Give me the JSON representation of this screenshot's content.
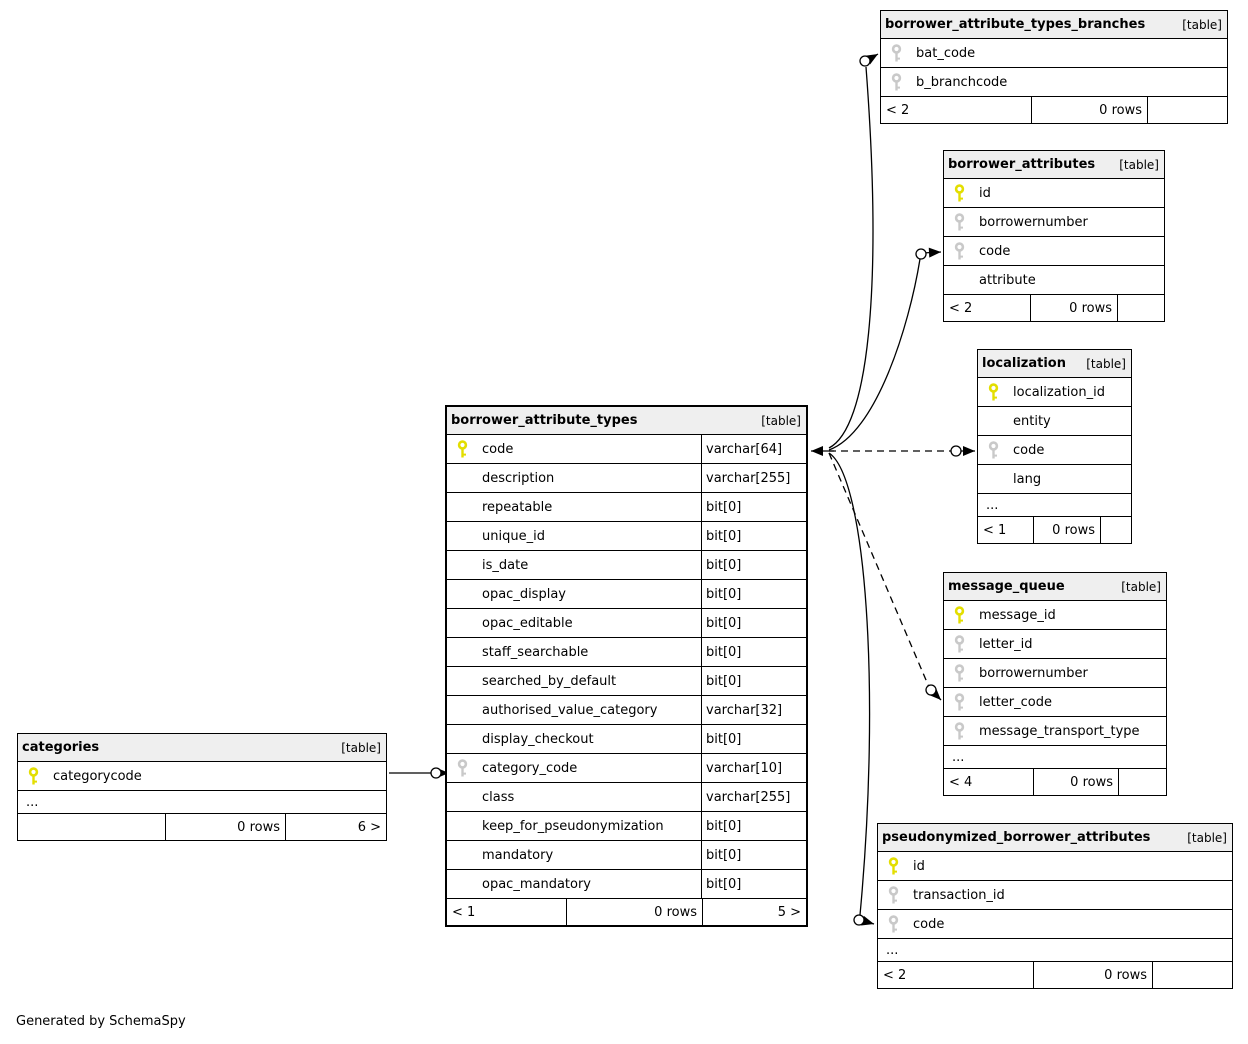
{
  "page": {
    "generated_by": "Generated by SchemaSpy"
  },
  "colors": {
    "primary_key": "#e3de00",
    "foreign_key": "#c9c9c9",
    "header_bg": "#efefef",
    "line": "#000000"
  },
  "tables": [
    {
      "id": "borrower_attribute_types_branches",
      "title": "borrower_attribute_types_branches",
      "tag": "[table]",
      "columns": [
        {
          "name": "bat_code",
          "icon": "foreign-key"
        },
        {
          "name": "b_branchcode",
          "icon": "foreign-key"
        }
      ],
      "footer": {
        "left": "< 2",
        "center": "0 rows",
        "right": ""
      }
    },
    {
      "id": "borrower_attributes",
      "title": "borrower_attributes",
      "tag": "[table]",
      "columns": [
        {
          "name": "id",
          "icon": "primary-key"
        },
        {
          "name": "borrowernumber",
          "icon": "foreign-key"
        },
        {
          "name": "code",
          "icon": "foreign-key"
        },
        {
          "name": "attribute",
          "icon": null
        }
      ],
      "footer": {
        "left": "< 2",
        "center": "0 rows",
        "right": ""
      }
    },
    {
      "id": "localization",
      "title": "localization",
      "tag": "[table]",
      "columns": [
        {
          "name": "localization_id",
          "icon": "primary-key"
        },
        {
          "name": "entity",
          "icon": null
        },
        {
          "name": "code",
          "icon": "foreign-key"
        },
        {
          "name": "lang",
          "icon": null
        },
        {
          "name": "...",
          "icon": null
        }
      ],
      "footer": {
        "left": "< 1",
        "center": "0 rows",
        "right": ""
      }
    },
    {
      "id": "message_queue",
      "title": "message_queue",
      "tag": "[table]",
      "columns": [
        {
          "name": "message_id",
          "icon": "primary-key"
        },
        {
          "name": "letter_id",
          "icon": "foreign-key"
        },
        {
          "name": "borrowernumber",
          "icon": "foreign-key"
        },
        {
          "name": "letter_code",
          "icon": "foreign-key"
        },
        {
          "name": "message_transport_type",
          "icon": "foreign-key"
        },
        {
          "name": "...",
          "icon": null
        }
      ],
      "footer": {
        "left": "< 4",
        "center": "0 rows",
        "right": ""
      }
    },
    {
      "id": "pseudonymized_borrower_attributes",
      "title": "pseudonymized_borrower_attributes",
      "tag": "[table]",
      "columns": [
        {
          "name": "id",
          "icon": "primary-key"
        },
        {
          "name": "transaction_id",
          "icon": "foreign-key"
        },
        {
          "name": "code",
          "icon": "foreign-key"
        },
        {
          "name": "...",
          "icon": null
        }
      ],
      "footer": {
        "left": "< 2",
        "center": "0 rows",
        "right": ""
      }
    },
    {
      "id": "borrower_attribute_types",
      "title": "borrower_attribute_types",
      "tag": "[table]",
      "columns": [
        {
          "name": "code",
          "icon": "primary-key",
          "type": "varchar[64]"
        },
        {
          "name": "description",
          "icon": null,
          "type": "varchar[255]"
        },
        {
          "name": "repeatable",
          "icon": null,
          "type": "bit[0]"
        },
        {
          "name": "unique_id",
          "icon": null,
          "type": "bit[0]"
        },
        {
          "name": "is_date",
          "icon": null,
          "type": "bit[0]"
        },
        {
          "name": "opac_display",
          "icon": null,
          "type": "bit[0]"
        },
        {
          "name": "opac_editable",
          "icon": null,
          "type": "bit[0]"
        },
        {
          "name": "staff_searchable",
          "icon": null,
          "type": "bit[0]"
        },
        {
          "name": "searched_by_default",
          "icon": null,
          "type": "bit[0]"
        },
        {
          "name": "authorised_value_category",
          "icon": null,
          "type": "varchar[32]"
        },
        {
          "name": "display_checkout",
          "icon": null,
          "type": "bit[0]"
        },
        {
          "name": "category_code",
          "icon": "foreign-key",
          "type": "varchar[10]"
        },
        {
          "name": "class",
          "icon": null,
          "type": "varchar[255]"
        },
        {
          "name": "keep_for_pseudonymization",
          "icon": null,
          "type": "bit[0]"
        },
        {
          "name": "mandatory",
          "icon": null,
          "type": "bit[0]"
        },
        {
          "name": "opac_mandatory",
          "icon": null,
          "type": "bit[0]"
        }
      ],
      "footer": {
        "left": "< 1",
        "center": "0 rows",
        "right": "5 >"
      }
    },
    {
      "id": "categories",
      "title": "categories",
      "tag": "[table]",
      "columns": [
        {
          "name": "categorycode",
          "icon": "primary-key"
        },
        {
          "name": "...",
          "icon": null
        }
      ],
      "footer": {
        "left": "",
        "center": "0 rows",
        "right": "6 >"
      }
    }
  ]
}
